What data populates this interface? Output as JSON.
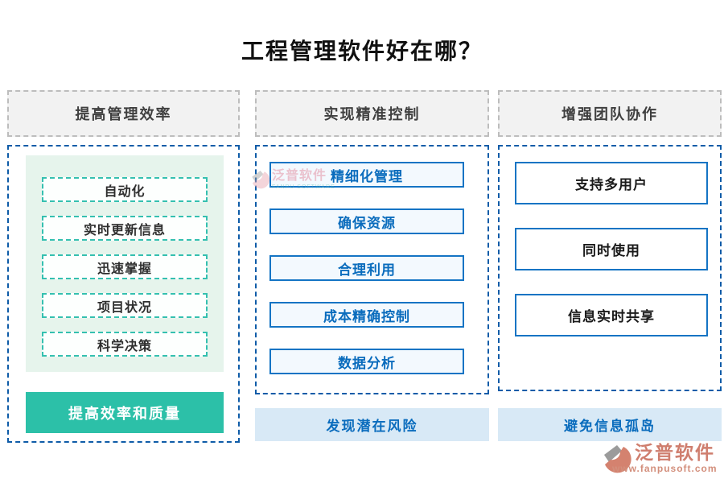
{
  "title": "工程管理软件好在哪？",
  "colors": {
    "panel_border_blue": "#0f5ca8",
    "item_border_blue": "#1474c4",
    "blue_text": "#0a6cbd",
    "teal_button": "#2cc0a8",
    "teal_dashed_border": "#35c0b0",
    "mint_bg": "#e6f4ec",
    "footer_bg": "#d8e9f6",
    "header_bg": "#f2f2f2",
    "logo_salmon": "#cf7e6e"
  },
  "columns": [
    {
      "header": "提高管理效率",
      "items": [
        "自动化",
        "实时更新信息",
        "迅速掌握",
        "项目状况",
        "科学决策"
      ],
      "footer": "提高效率和质量"
    },
    {
      "header": "实现精准控制",
      "items": [
        "精细化管理",
        "确保资源",
        "合理利用",
        "成本精确控制",
        "数据分析"
      ],
      "footer": "发现潜在风险"
    },
    {
      "header": "增强团队协作",
      "items": [
        "支持多用户",
        "同时使用",
        "信息实时共享"
      ],
      "footer": "避免信息孤岛"
    }
  ],
  "watermark": {
    "name": "泛普软件",
    "subtitle": "FANPU SOFTWARE"
  },
  "logo": {
    "name": "泛普软件",
    "url": "www.fanpusoft.com"
  }
}
